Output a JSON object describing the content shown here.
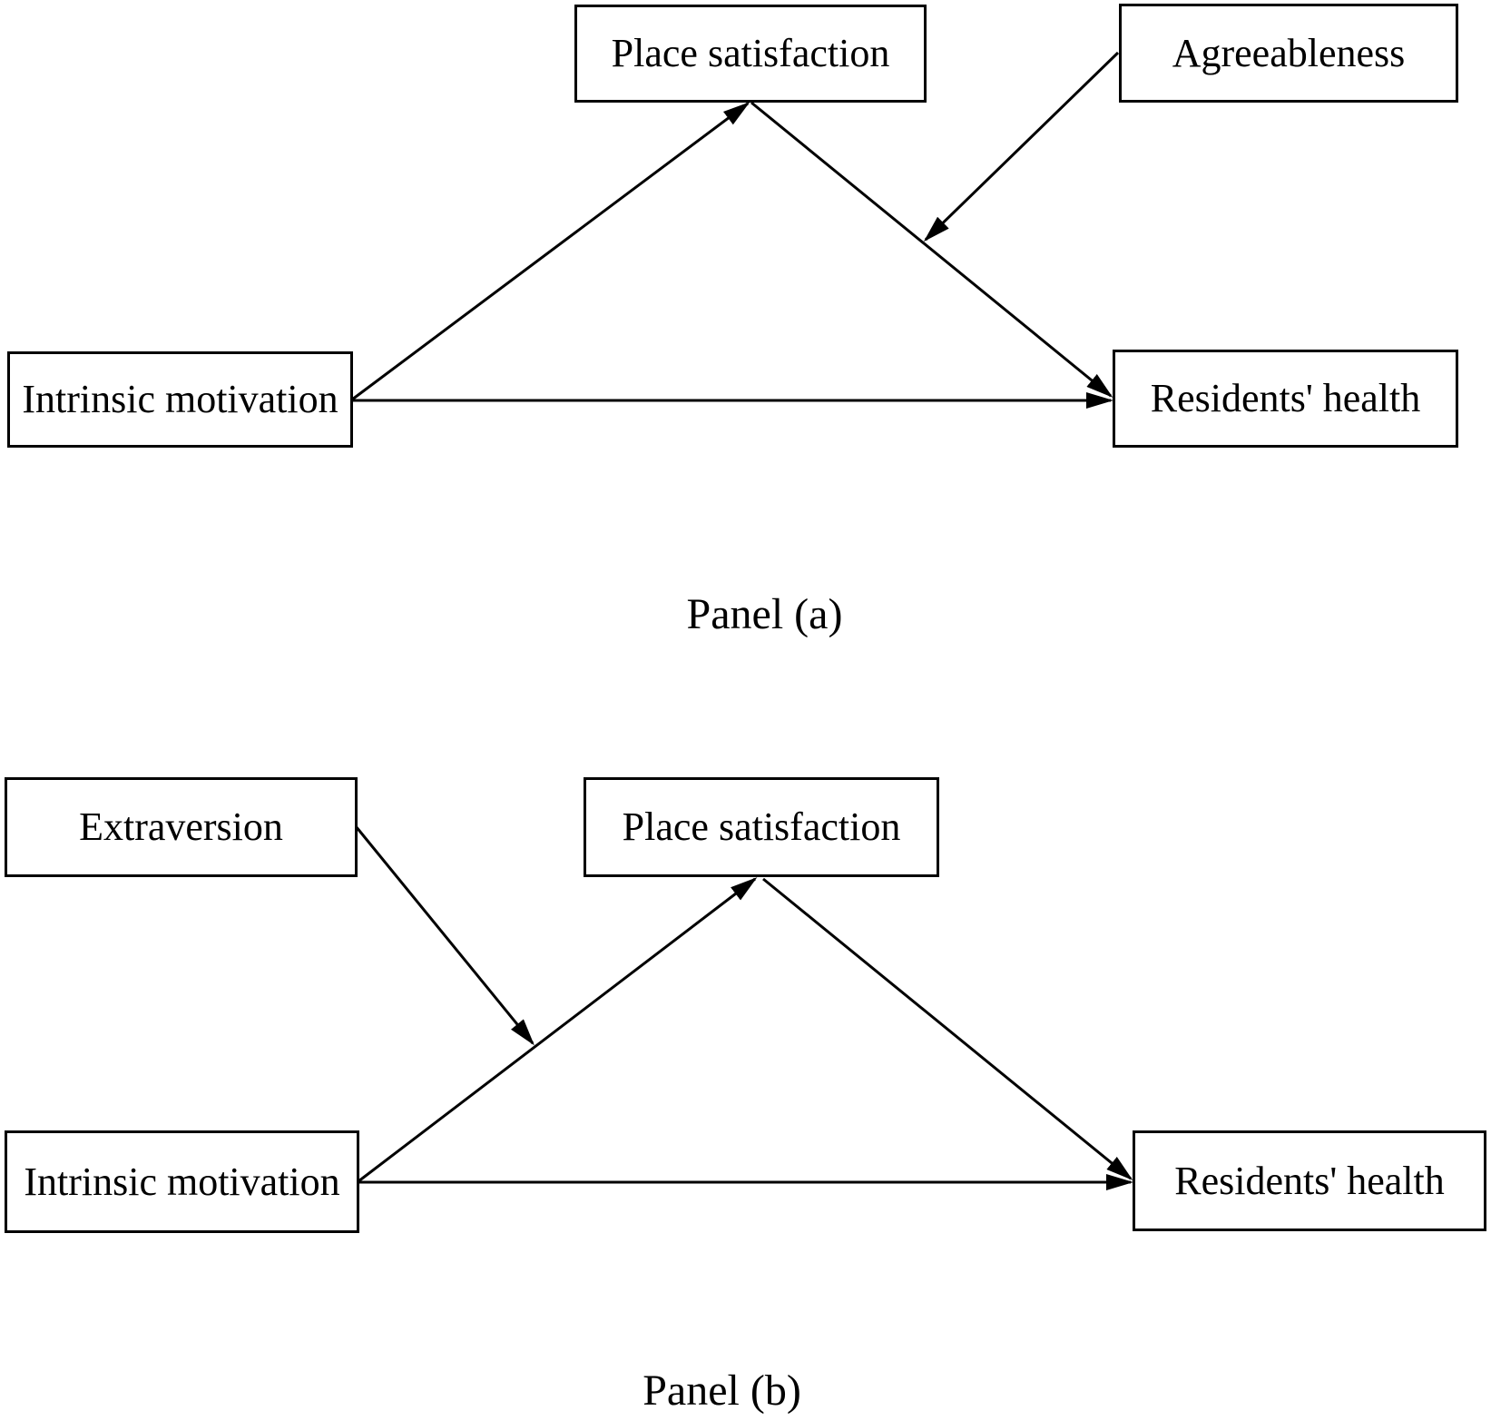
{
  "figure": {
    "background_color": "#ffffff",
    "line_color": "#000000",
    "panel_a": {
      "label": "Panel (a)",
      "nodes": {
        "place_satisfaction": "Place satisfaction",
        "agreeableness": "Agreeableness",
        "intrinsic_motivation": "Intrinsic motivation",
        "residents_health": "Residents' health"
      },
      "edges": [
        {
          "from": "intrinsic_motivation",
          "to": "place_satisfaction",
          "type": "direct"
        },
        {
          "from": "place_satisfaction",
          "to": "residents_health",
          "type": "direct"
        },
        {
          "from": "intrinsic_motivation",
          "to": "residents_health",
          "type": "direct"
        },
        {
          "from": "agreeableness",
          "to": "path: place_satisfaction -> residents_health",
          "type": "moderation"
        }
      ]
    },
    "panel_b": {
      "label": "Panel (b)",
      "nodes": {
        "extraversion": "Extraversion",
        "place_satisfaction": "Place satisfaction",
        "intrinsic_motivation": "Intrinsic motivation",
        "residents_health": "Residents' health"
      },
      "edges": [
        {
          "from": "intrinsic_motivation",
          "to": "place_satisfaction",
          "type": "direct"
        },
        {
          "from": "place_satisfaction",
          "to": "residents_health",
          "type": "direct"
        },
        {
          "from": "intrinsic_motivation",
          "to": "residents_health",
          "type": "direct"
        },
        {
          "from": "extraversion",
          "to": "path: intrinsic_motivation -> place_satisfaction",
          "type": "moderation"
        }
      ]
    }
  }
}
